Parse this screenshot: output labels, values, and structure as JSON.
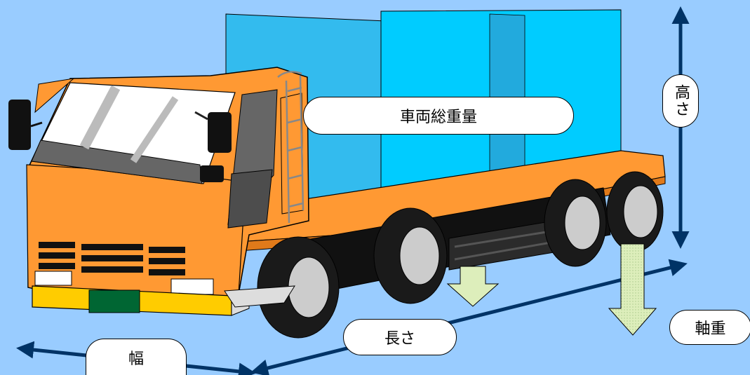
{
  "labels": {
    "gross_vehicle_weight": "車両総重量",
    "height": "高さ",
    "length": "長さ",
    "axle_weight": "軸重",
    "width": "幅"
  },
  "colors": {
    "background": "#99ccff",
    "cab": "#ff9933",
    "cargo": "#00ccff",
    "cargo_dark": "#33bbee",
    "dimension_arrow": "#003366",
    "load_arrow": "#ddeebb",
    "bumper": "#ffcc00",
    "plate": "#006633",
    "tire": "#1a1a1a",
    "wheel": "#cccccc"
  }
}
